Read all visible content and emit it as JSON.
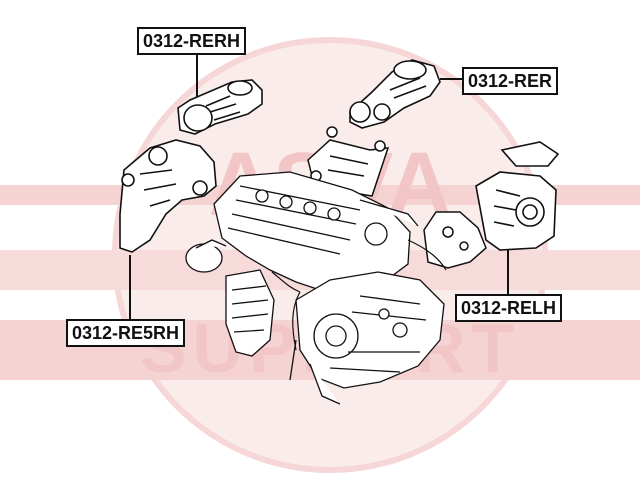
{
  "labels": {
    "rerh": "0312-RERH",
    "rer": "0312-RER",
    "re5rh": "0312-RE5RH",
    "relh": "0312-RELH"
  },
  "watermark": {
    "text_top": "ASVA",
    "text_bottom": "SUPPORT"
  },
  "colors": {
    "line": "#111111",
    "watermark": "#f3c9c9",
    "watermark_light": "#f9e3e3"
  }
}
